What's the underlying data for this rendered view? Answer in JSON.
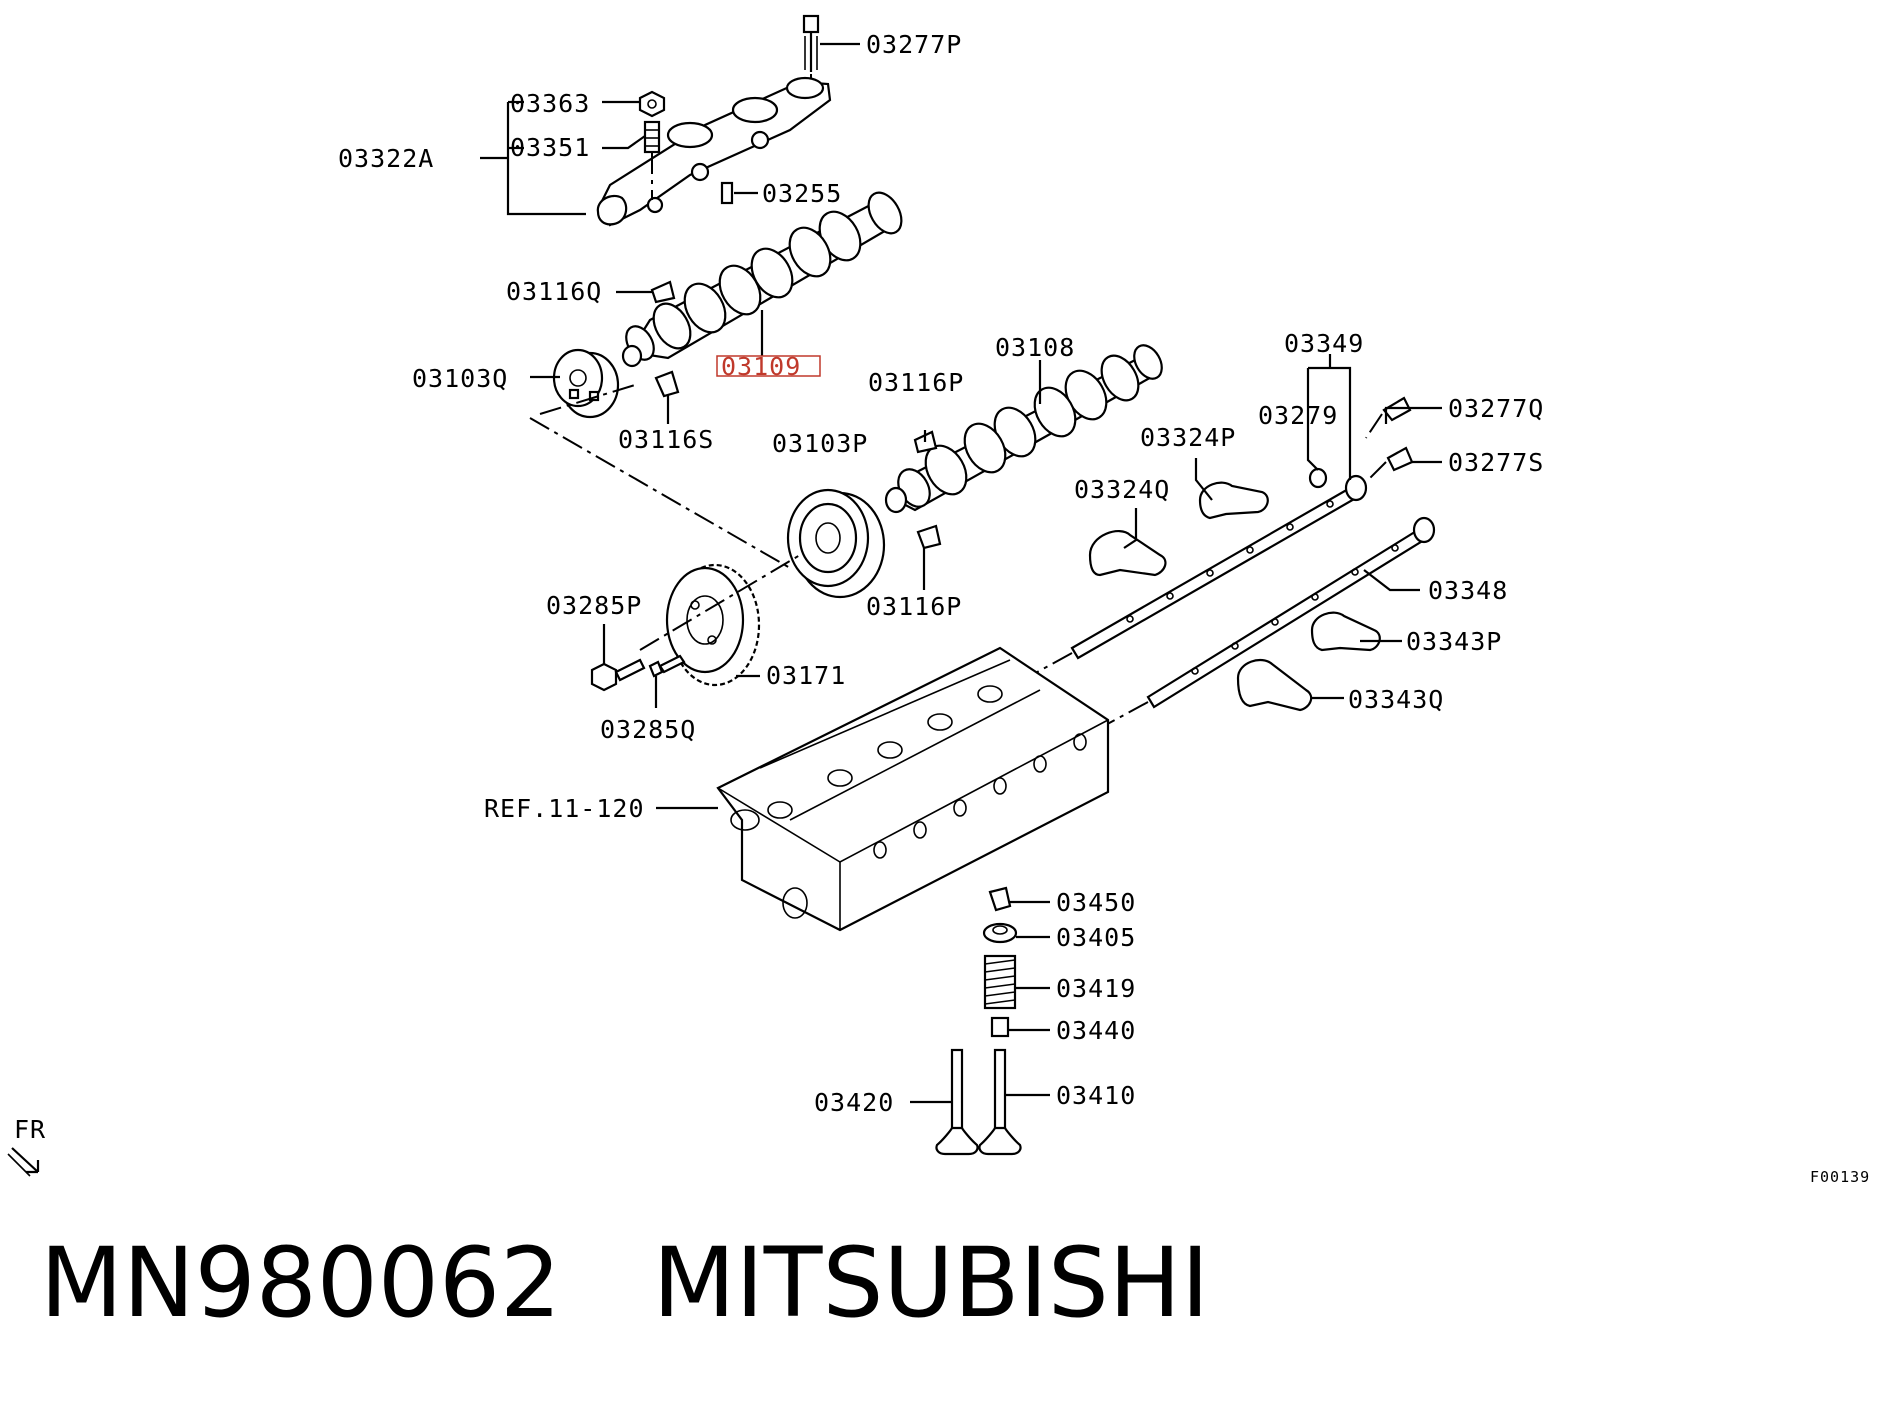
{
  "diagram": {
    "labels": {
      "p03277P": "03277P",
      "p03363": "03363",
      "p03351": "03351",
      "p03322A": "03322A",
      "p03255": "03255",
      "p03116Q": "03116Q",
      "p03109": "03109",
      "p03103Q": "03103Q",
      "p03116S": "03116S",
      "p03108": "03108",
      "p03116P_upper": "03116P",
      "p03103P": "03103P",
      "p03116P_lower": "03116P",
      "p03349": "03349",
      "p03279": "03279",
      "p03277Q": "03277Q",
      "p03324P": "03324P",
      "p03277S": "03277S",
      "p03324Q": "03324Q",
      "p03348": "03348",
      "p03285P": "03285P",
      "p03343P": "03343P",
      "p03171": "03171",
      "p03343Q": "03343Q",
      "p03285Q": "03285Q",
      "ref": "REF.11-120",
      "p03450": "03450",
      "p03405": "03405",
      "p03419": "03419",
      "p03440": "03440",
      "p03420": "03420",
      "p03410": "03410",
      "fr": "FR",
      "figure_code": "F00139"
    },
    "highlight_color": "#c0392b"
  },
  "footer": {
    "part_number": "MN980062",
    "brand": "MITSUBISHI"
  }
}
